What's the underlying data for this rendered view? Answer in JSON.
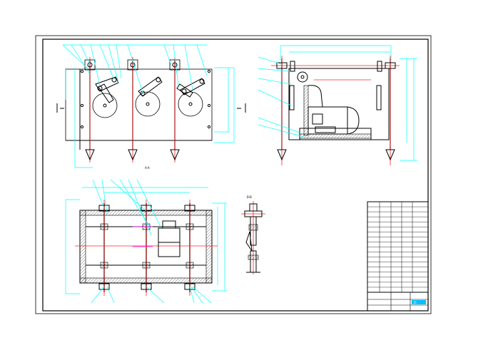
{
  "drawing": {
    "views": [
      "main-view",
      "side-view",
      "plan-view",
      "detail-view"
    ],
    "view_labels": {
      "main": "A-A",
      "detail": "B-B"
    },
    "title_block": {
      "rows": 18,
      "stamp_text": "JS"
    },
    "colors": {
      "outline": "#000000",
      "dimension": "#00ffff",
      "centerline": "#ff2020",
      "part": "#00c000",
      "accent": "#ff00ff"
    }
  }
}
